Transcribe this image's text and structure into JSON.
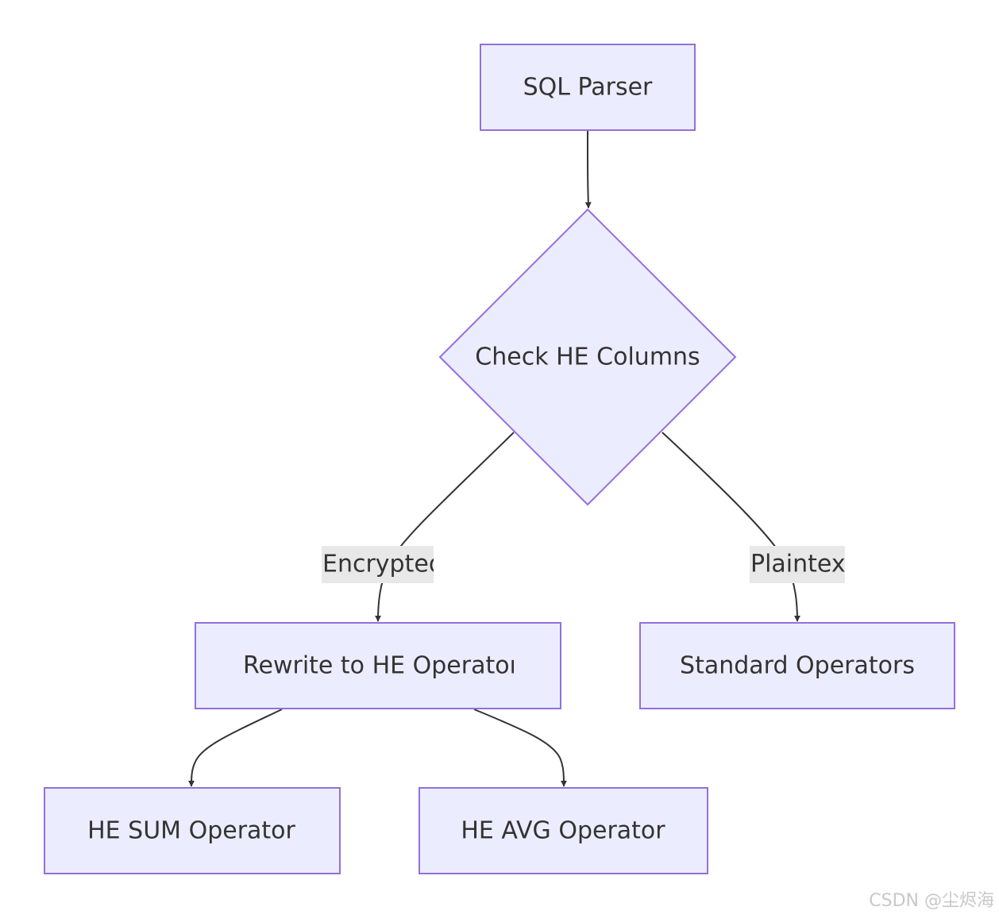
{
  "nodes": {
    "sql_parser": "SQL Parser",
    "check_he": "Check HE Columns",
    "rewrite": "Rewrite to HE Operators",
    "standard": "Standard Operators",
    "he_sum": "HE SUM Operator",
    "he_avg": "HE AVG Operator"
  },
  "edges": {
    "encrypted": "Encrypted",
    "plaintext": "Plaintext"
  },
  "colors": {
    "node_fill": "#ececff",
    "node_stroke": "#9370db",
    "edge": "#333333",
    "label_bg": "#e8e8e8"
  },
  "watermark": "CSDN @尘烬海"
}
